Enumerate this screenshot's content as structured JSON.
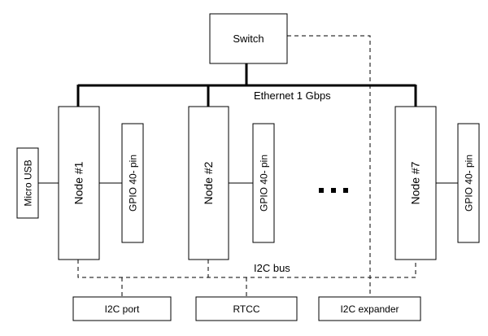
{
  "switch": {
    "label": "Switch"
  },
  "ethernet": {
    "label": "Ethernet 1 Gbps"
  },
  "i2c_bus": {
    "label": "I2C bus"
  },
  "micro_usb": {
    "label": "Micro USB"
  },
  "nodes": [
    {
      "label": "Node #1",
      "gpio": "GPIO 40- pin"
    },
    {
      "label": "Node #2",
      "gpio": "GPIO 40- pin"
    },
    {
      "label": "Node #7",
      "gpio": "GPIO 40- pin"
    }
  ],
  "ellipsis": {
    "label": "..."
  },
  "peripherals": [
    {
      "label": "I2C port"
    },
    {
      "label": "RTCC"
    },
    {
      "label": "I2C expander"
    }
  ]
}
